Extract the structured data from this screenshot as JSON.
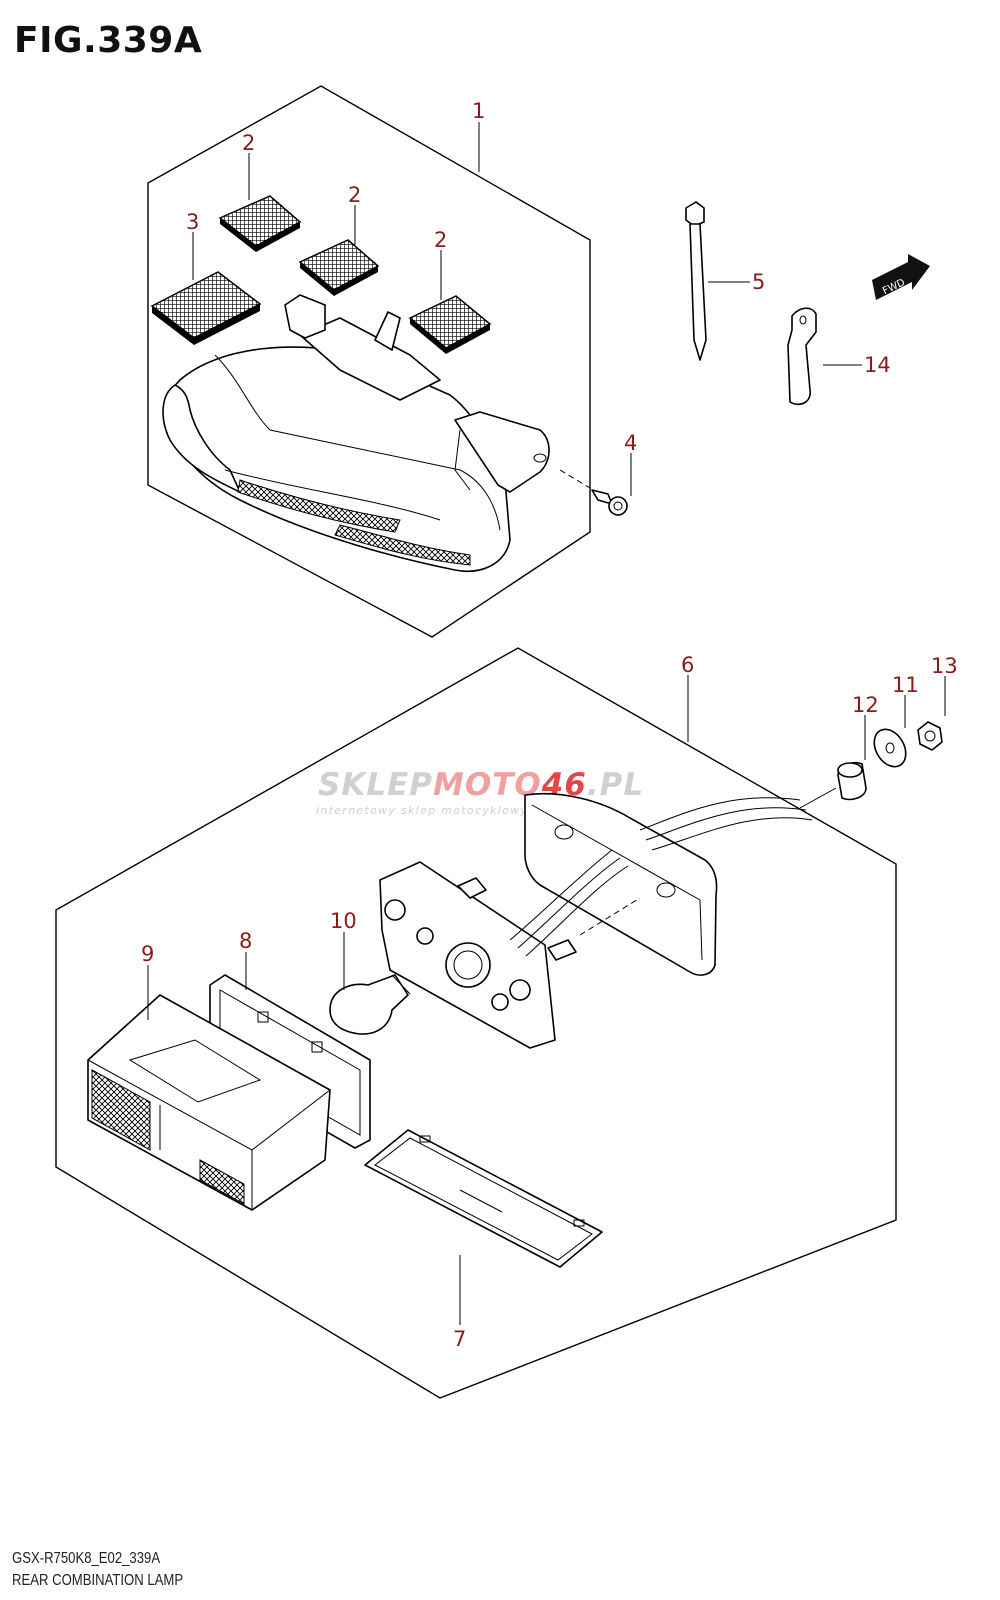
{
  "title": "FIG.339A",
  "watermark": {
    "brand_a": "SKLEP",
    "brand_b": "MOTO",
    "brand_c": "46",
    "brand_d": ".PL",
    "tagline": "internetowy sklep motocyklowy"
  },
  "fwd_label": "FWD",
  "callouts": [
    {
      "id": "c1",
      "text": "1"
    },
    {
      "id": "c2a",
      "text": "2"
    },
    {
      "id": "c2b",
      "text": "2"
    },
    {
      "id": "c2c",
      "text": "2"
    },
    {
      "id": "c3",
      "text": "3"
    },
    {
      "id": "c4",
      "text": "4"
    },
    {
      "id": "c5",
      "text": "5"
    },
    {
      "id": "c14",
      "text": "14"
    },
    {
      "id": "c6",
      "text": "6"
    },
    {
      "id": "c12",
      "text": "12"
    },
    {
      "id": "c11",
      "text": "11"
    },
    {
      "id": "c13",
      "text": "13"
    },
    {
      "id": "c10",
      "text": "10"
    },
    {
      "id": "c8",
      "text": "8"
    },
    {
      "id": "c9",
      "text": "9"
    },
    {
      "id": "c7",
      "text": "7"
    }
  ],
  "footer": {
    "code": "GSX-R750K8_E02_339A",
    "name": "REAR COMBINATION LAMP"
  },
  "colors": {
    "callout": "#8b1a1a",
    "watermark_grey": "#d0d0d0",
    "watermark_red": "#e04848"
  }
}
